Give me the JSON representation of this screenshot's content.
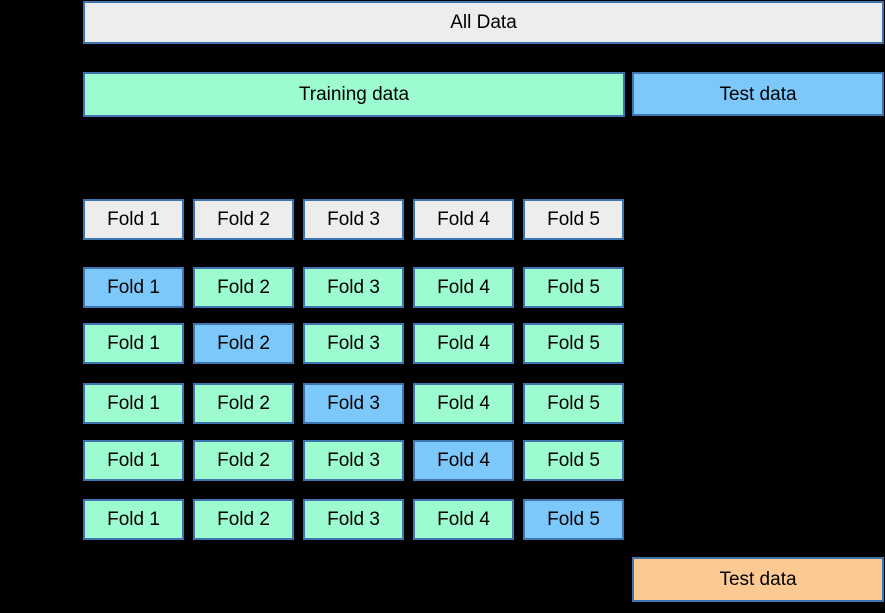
{
  "colors": {
    "background": "#000000",
    "border": "#3e74b0",
    "gray": "#ededee",
    "green": "#9cfccf",
    "blue": "#7dc8fb",
    "orange": "#fcc993",
    "text": "#000000"
  },
  "all_data": {
    "label": "All Data"
  },
  "training": {
    "label": "Training data"
  },
  "test_top": {
    "label": "Test data"
  },
  "test_bottom": {
    "label": "Test data"
  },
  "folds": {
    "header": [
      {
        "label": "Fold 1",
        "state": "plain"
      },
      {
        "label": "Fold 2",
        "state": "plain"
      },
      {
        "label": "Fold 3",
        "state": "plain"
      },
      {
        "label": "Fold 4",
        "state": "plain"
      },
      {
        "label": "Fold 5",
        "state": "plain"
      }
    ],
    "splits": [
      [
        {
          "label": "Fold 1",
          "state": "validation"
        },
        {
          "label": "Fold 2",
          "state": "train"
        },
        {
          "label": "Fold 3",
          "state": "train"
        },
        {
          "label": "Fold 4",
          "state": "train"
        },
        {
          "label": "Fold 5",
          "state": "train"
        }
      ],
      [
        {
          "label": "Fold 1",
          "state": "train"
        },
        {
          "label": "Fold 2",
          "state": "validation"
        },
        {
          "label": "Fold 3",
          "state": "train"
        },
        {
          "label": "Fold 4",
          "state": "train"
        },
        {
          "label": "Fold 5",
          "state": "train"
        }
      ],
      [
        {
          "label": "Fold 1",
          "state": "train"
        },
        {
          "label": "Fold 2",
          "state": "train"
        },
        {
          "label": "Fold 3",
          "state": "validation"
        },
        {
          "label": "Fold 4",
          "state": "train"
        },
        {
          "label": "Fold 5",
          "state": "train"
        }
      ],
      [
        {
          "label": "Fold 1",
          "state": "train"
        },
        {
          "label": "Fold 2",
          "state": "train"
        },
        {
          "label": "Fold 3",
          "state": "train"
        },
        {
          "label": "Fold 4",
          "state": "validation"
        },
        {
          "label": "Fold 5",
          "state": "train"
        }
      ],
      [
        {
          "label": "Fold 1",
          "state": "train"
        },
        {
          "label": "Fold 2",
          "state": "train"
        },
        {
          "label": "Fold 3",
          "state": "train"
        },
        {
          "label": "Fold 4",
          "state": "train"
        },
        {
          "label": "Fold 5",
          "state": "validation"
        }
      ]
    ]
  }
}
